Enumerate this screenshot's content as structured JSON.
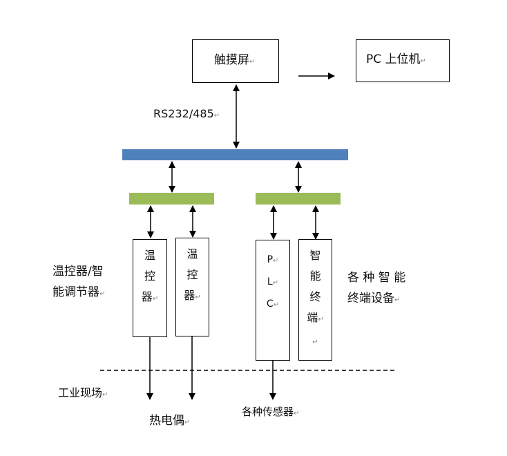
{
  "nodes": {
    "touchscreen": {
      "label": "触摸屏"
    },
    "pc_host": {
      "label": "PC 上位机"
    },
    "temp_ctrl_1": {
      "chars": [
        "温",
        "控",
        "器"
      ]
    },
    "temp_ctrl_2": {
      "chars": [
        "温",
        "控",
        "器"
      ]
    },
    "plc": {
      "chars": [
        "P",
        "L",
        "C"
      ]
    },
    "smart_terminal": {
      "chars": [
        "智",
        "能",
        "终",
        "端"
      ]
    }
  },
  "labels": {
    "protocol": "RS232/485",
    "left_group_line1": "温控器/智",
    "left_group_line2": "能调节器",
    "right_group_line1": "各 种 智 能",
    "right_group_line2": "终端设备",
    "field": "工业现场",
    "thermocouple": "热电偶",
    "sensors": "各种传感器"
  },
  "colors": {
    "main_bus": "#4f81bd",
    "sub_bus": "#9bbb59"
  },
  "paragraph_mark": "↵"
}
